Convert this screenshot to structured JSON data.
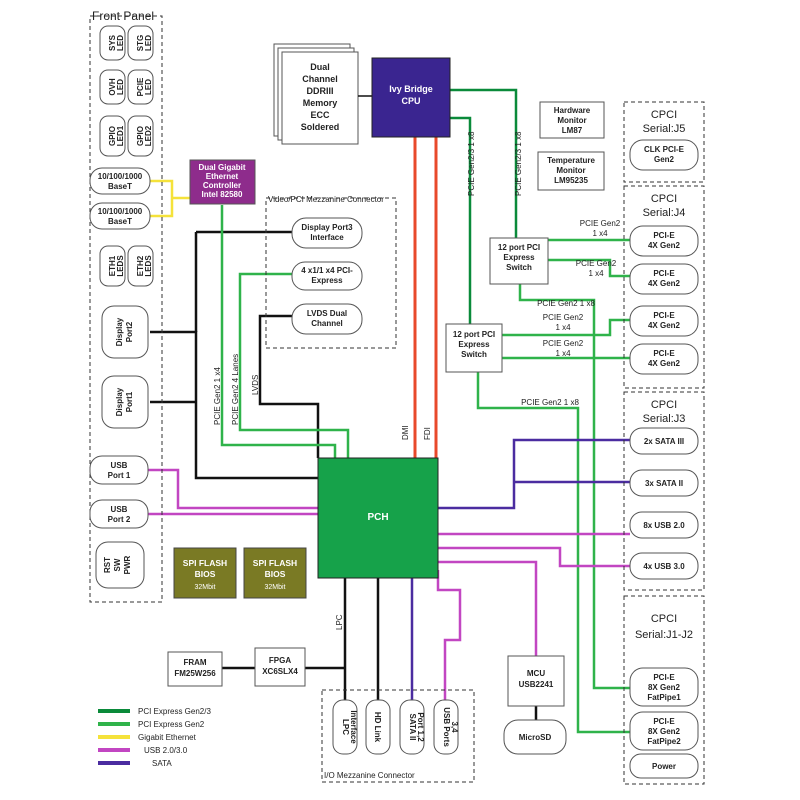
{
  "front_panel": {
    "title": "Front Panel",
    "leds": [
      [
        "SYS",
        "LED"
      ],
      [
        "STG",
        "LED"
      ],
      [
        "OVH",
        "LED"
      ],
      [
        "PCIE",
        "LED"
      ],
      [
        "GPIO",
        "LED1"
      ],
      [
        "GPIO",
        "LED2"
      ]
    ],
    "baset1": "10/100/1000",
    "baset1b": "BaseT",
    "baset2": "10/100/1000",
    "baset2b": "BaseT",
    "eth_leds": [
      [
        "ETH1",
        "LEDS"
      ],
      [
        "ETH2",
        "LEDS"
      ]
    ],
    "display_port2": [
      "Display",
      "Port2"
    ],
    "display_port1": [
      "Display",
      "Port1"
    ],
    "usb1": [
      "USB",
      "Port 1"
    ],
    "usb2": [
      "USB",
      "Port 2"
    ],
    "rst": [
      "RST",
      "SW",
      "PWR"
    ]
  },
  "ethernet": [
    "Dual Gigabit",
    "Ethernet",
    "Controller",
    "Intel 82580"
  ],
  "memory": [
    "Dual",
    "Channel",
    "DDRIII",
    "Memory",
    "ECC",
    "Soldered"
  ],
  "cpu": [
    "Ivy Bridge",
    "CPU"
  ],
  "hw_monitor": [
    "Hardware",
    "Monitor",
    "LM87"
  ],
  "temp_monitor": [
    "Temperature",
    "Monitor",
    "LM95235"
  ],
  "mezz_video": {
    "title": "Video/PCI Mezzanine Connector",
    "dp3": [
      "Display Port3",
      "Interface"
    ],
    "pcie": [
      "4 x1/1 x4 PCI-",
      "Express"
    ],
    "lvds": [
      "LVDS Dual",
      "Channel"
    ]
  },
  "switch1": [
    "12 port PCI",
    "Express",
    "Switch"
  ],
  "switch2": [
    "12 port PCI",
    "Express",
    "Switch"
  ],
  "pch": "PCH",
  "spi1": [
    "SPI FLASH",
    "BIOS",
    "32Mbit"
  ],
  "spi2": [
    "SPI FLASH",
    "BIOS",
    "32Mbit"
  ],
  "fram": [
    "FRAM",
    "FM25W256"
  ],
  "fpga": [
    "FPGA",
    "XC6SLX4"
  ],
  "mcu": [
    "MCU",
    "USB2241"
  ],
  "microsd": "MicroSD",
  "io_mezz": {
    "title": "I/O Mezzanine Connector",
    "items": [
      [
        "LPC",
        "Interface"
      ],
      [
        "HD Link"
      ],
      [
        "SATA II",
        "Port 1,2"
      ],
      [
        "USB Ports",
        "3,4"
      ]
    ]
  },
  "cpci": {
    "j5_title": [
      "CPCI",
      "Serial:J5"
    ],
    "j5_item": [
      "CLK PCI-E",
      "Gen2"
    ],
    "j4_title": [
      "CPCI",
      "Serial:J4"
    ],
    "j4_items": [
      [
        "PCI-E",
        "4X Gen2"
      ],
      [
        "PCI-E",
        "4X Gen2"
      ],
      [
        "PCI-E",
        "4X Gen2"
      ],
      [
        "PCI-E",
        "4X Gen2"
      ]
    ],
    "j3_title": [
      "CPCI",
      "Serial:J3"
    ],
    "j3_items": [
      "2x SATA III",
      "3x SATA II",
      "8x USB 2.0",
      "4x USB 3.0"
    ],
    "j12_title": [
      "CPCI",
      "Serial:J1-J2"
    ],
    "j12_items": [
      [
        "PCI-E",
        "8X Gen2",
        "FatPipe1"
      ],
      [
        "PCI-E",
        "8X Gen2",
        "FatPipe2"
      ]
    ],
    "power": "Power"
  },
  "bus_labels": {
    "cpu_sw_left": "PCIE Gen2/3 1 x8",
    "cpu_sw_right": "PCIE Gen2/3 1 x8",
    "sw1_a": [
      "PCIE Gen2",
      "1 x4"
    ],
    "sw1_b": [
      "PCIE Gen2",
      "1 x4"
    ],
    "sw1_down": "PCIE Gen2 1 x8",
    "sw2_a": [
      "PCIE Gen2",
      "1 x4"
    ],
    "sw2_b": [
      "PCIE Gen2",
      "1 x4"
    ],
    "sw2_down": "PCIE Gen2 1 x8",
    "eth_pcie": "PCIE Gen2 1 x4",
    "mezz_pcie": "PCIE Gen2 4 Lanes",
    "lvds": "LVDS",
    "dmi": "DMI",
    "fdi": "FDI",
    "lpc": "LPC"
  },
  "legend": [
    {
      "label": "PCI Express Gen2/3",
      "color": "#0a8a3a"
    },
    {
      "label": "PCI Express Gen2",
      "color": "#2fb34a"
    },
    {
      "label": "Gigabit Ethernet",
      "color": "#f5e23a"
    },
    {
      "label": "USB 2.0/3.0",
      "color": "#c246c2"
    },
    {
      "label": "SATA",
      "color": "#4b2ca0"
    }
  ]
}
